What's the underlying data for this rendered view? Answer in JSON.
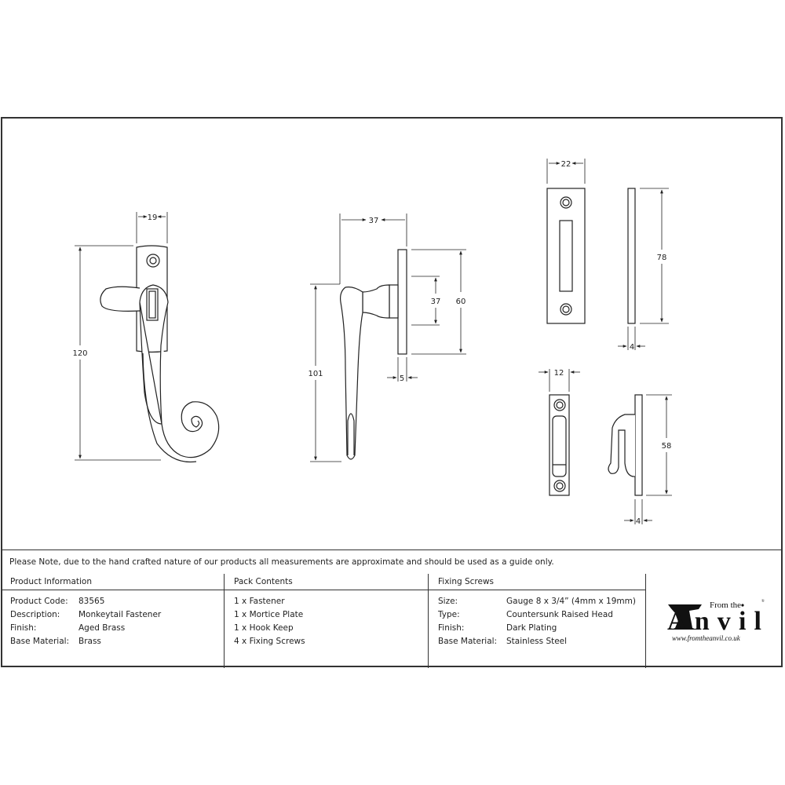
{
  "note": "Please Note, due to the hand crafted nature of our products all measurements are approximate and should be used as a guide only.",
  "product_information": {
    "header": "Product Information",
    "rows": [
      {
        "label": "Product Code:",
        "value": "83565"
      },
      {
        "label": "Description:",
        "value": "Monkeytail Fastener"
      },
      {
        "label": "Finish:",
        "value": "Aged Brass"
      },
      {
        "label": "Base Material:",
        "value": "Brass"
      }
    ]
  },
  "pack_contents": {
    "header": "Pack Contents",
    "items": [
      "1 x Fastener",
      "1 x Mortice Plate",
      "1 x Hook Keep",
      "4 x Fixing Screws"
    ]
  },
  "fixing_screws": {
    "header": "Fixing Screws",
    "rows": [
      {
        "label": "Size:",
        "value": "Gauge 8 x 3/4” (4mm x 19mm)"
      },
      {
        "label": "Type:",
        "value": "Countersunk Raised Head"
      },
      {
        "label": "Finish:",
        "value": "Dark Plating"
      },
      {
        "label": "Base Material:",
        "value": "Stainless Steel"
      }
    ]
  },
  "logo": {
    "from_the": "From the",
    "brand": "Anvil",
    "registered": "®",
    "url": "www.fromtheanvil.co.uk"
  },
  "dimensions": {
    "fastener_front_width": "19",
    "fastener_front_height": "120",
    "fastener_side_depth": "37",
    "fastener_side_height": "101",
    "fastener_plate_height": "60",
    "fastener_fixing_centres": "37",
    "fastener_plate_thickness": "5",
    "mortice_plate_width": "22",
    "mortice_plate_height": "78",
    "mortice_plate_thickness": "4",
    "hook_keep_width": "12",
    "hook_keep_height": "58",
    "hook_keep_thickness": "4"
  },
  "colors": {
    "line": "#222222",
    "border": "#333333",
    "background": "#ffffff"
  }
}
